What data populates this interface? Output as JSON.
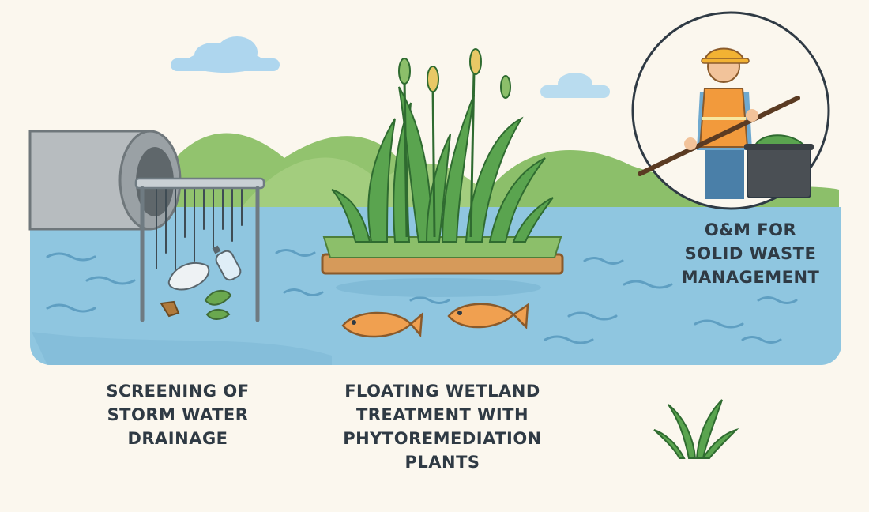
{
  "labels": {
    "screening": [
      "SCREENING OF",
      "STORM WATER",
      "DRAINAGE"
    ],
    "wetland": [
      "FLOATING WETLAND",
      "TREATMENT WITH",
      "PHYTOREMEDIATION",
      "PLANTS"
    ],
    "om": [
      "O&M FOR",
      "SOLID WASTE",
      "MANAGEMENT"
    ]
  },
  "colors": {
    "background": "#fbf7ee",
    "water": "#8fc6e0",
    "water_deep": "#7bb6d3",
    "hills": "#8cbf6a",
    "plant": "#4d9a4a",
    "fish": "#f0a050",
    "pipe": "#b7bcbf",
    "vest": "#f29a3c",
    "helmet": "#f2b233",
    "text": "#2f3a44"
  },
  "icons": [
    "cloud-icon",
    "drain-pipe-icon",
    "screen-grate-icon",
    "plastic-bottle-icon",
    "fish-icon",
    "reed-plant-icon",
    "worker-icon",
    "waste-bin-icon",
    "grass-tuft-icon"
  ]
}
